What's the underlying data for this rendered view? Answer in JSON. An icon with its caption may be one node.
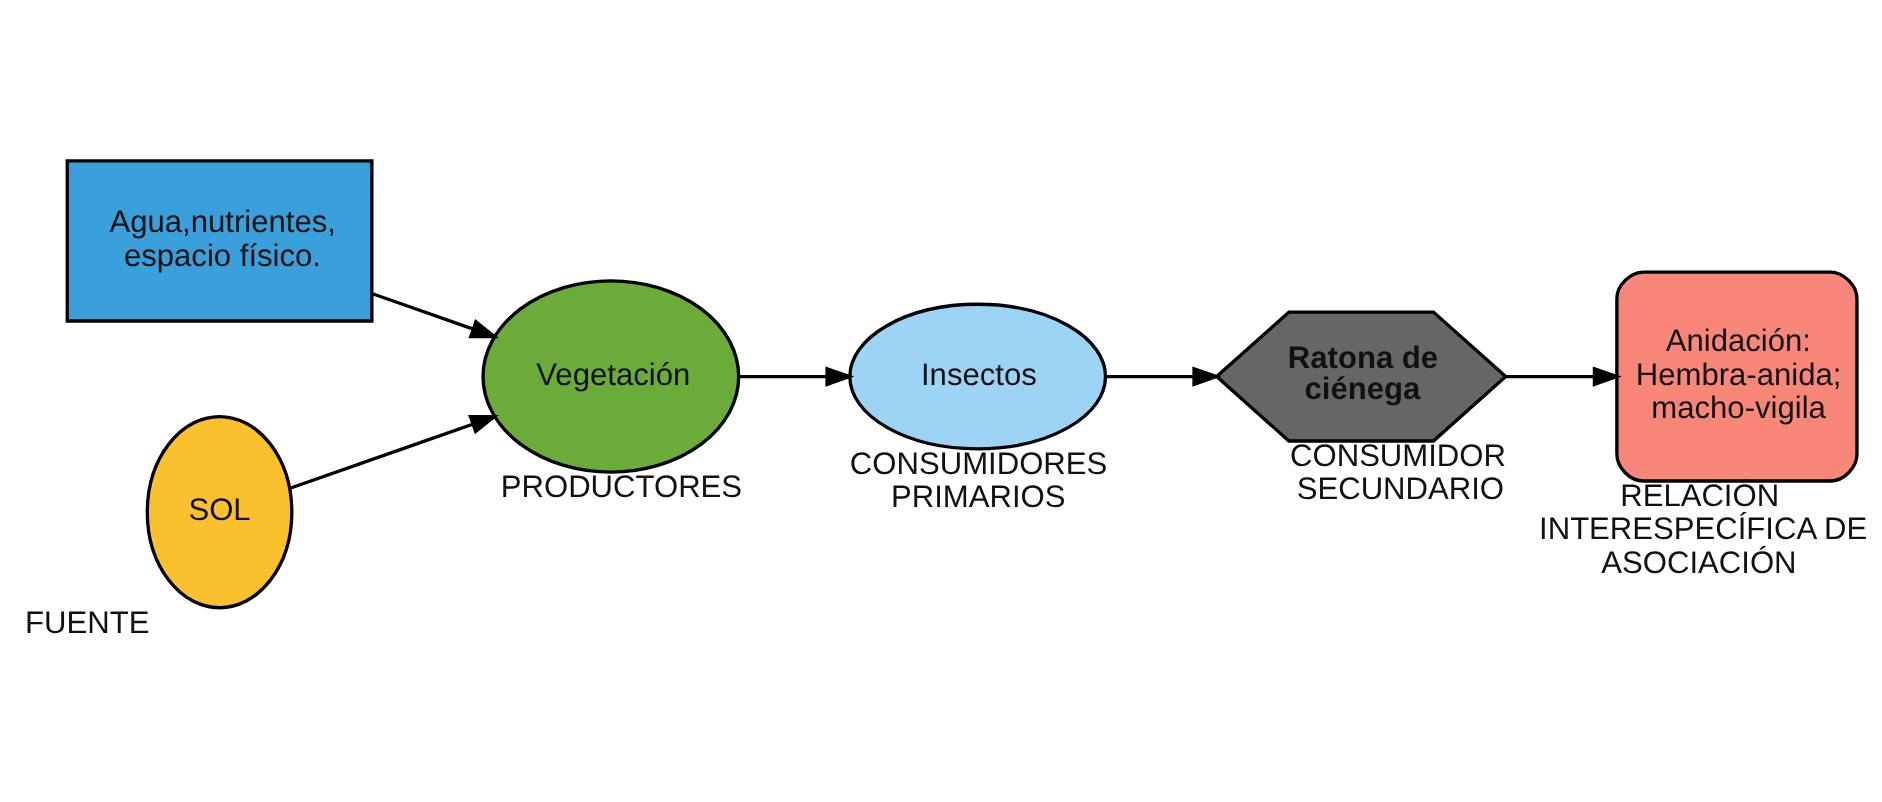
{
  "diagram": {
    "nodes": [
      {
        "text": [
          "Agua,nutrientes, espacio físico."
        ]
      },
      {
        "text": [
          "SOL"
        ],
        "beside": [
          "FUENTE"
        ]
      },
      {
        "text": [
          "Vegetación"
        ],
        "beside": [
          "PRODUCTORES"
        ]
      },
      {
        "text": [
          "Insectos"
        ],
        "beside": [
          "CONSUMIDORES PRIMARIOS"
        ]
      },
      {
        "text": [
          "Ratona de ciénega"
        ],
        "beside": [
          "CONSUMIDOR SECUNDARIO"
        ]
      },
      {
        "text": [
          "Anidación: Hembra-anida; macho-vigila"
        ],
        "beside": [
          "RELACIÓN INTERESPECÍFICA DE ASOCIACIÓN"
        ]
      }
    ],
    "edges": [
      {
        "from": 0,
        "to": 2,
        "arrow": "to"
      },
      {
        "from": 1,
        "to": 2,
        "arrow": "to"
      },
      {
        "from": 2,
        "to": 3,
        "arrow": "to"
      },
      {
        "from": 3,
        "to": 4,
        "arrow": "to"
      },
      {
        "from": 4,
        "to": 5,
        "arrow": "to"
      }
    ]
  }
}
